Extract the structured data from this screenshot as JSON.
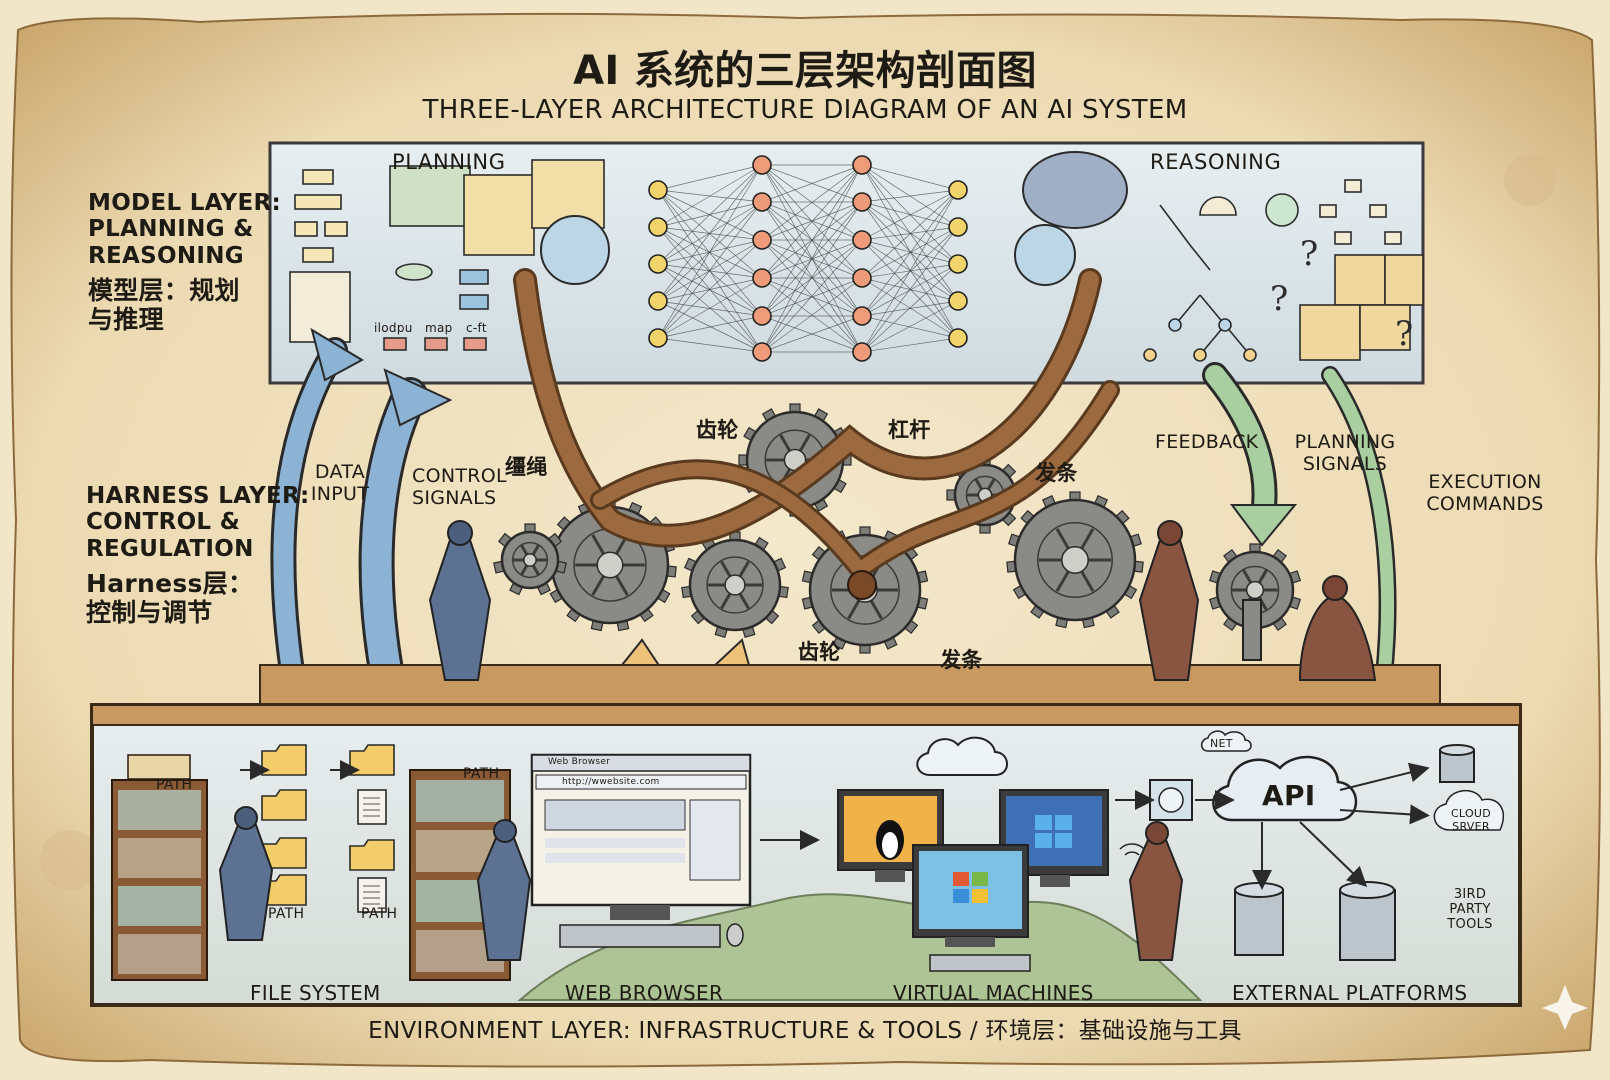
{
  "title": {
    "cn": "AI 系统的三层架构剖面图",
    "en": "THREE-LAYER ARCHITECTURE DIAGRAM OF AN AI SYSTEM"
  },
  "model_layer": {
    "label_en": "MODEL LAYER:\nPLANNING &\nREASONING",
    "label_cn": "模型层：规划\n与推理",
    "planning_heading": "PLANNING",
    "reasoning_heading": "REASONING",
    "mini_labels": [
      "ilodpu",
      "map",
      "c-ft"
    ]
  },
  "harness_layer": {
    "label_en": "HARNESS LAYER:\nCONTROL &\nREGULATION",
    "label_cn": "Harness层：\n控制与调节",
    "parts": [
      "齿轮",
      "杠杆",
      "缰绳",
      "发条",
      "齿轮",
      "发条"
    ]
  },
  "signals": {
    "data_input": "DATA\nINPUT",
    "control_signals": "CONTROL\nSIGNALS",
    "feedback": "FEEDBACK",
    "planning_signals": "PLANNING\nSIGNALS",
    "execution_commands": "EXECUTION\nCOMMANDS"
  },
  "environment_layer": {
    "file_system": "FILE SYSTEM",
    "web_browser": "WEB BROWSER",
    "virtual_machines": "VIRTUAL MACHINES",
    "external_platforms": "EXTERNAL PLATFORMS",
    "path_labels": [
      "PATH",
      "PATH",
      "PATH",
      "PATH"
    ],
    "browser_title": "Web Browser",
    "browser_url": "http://wwebsite.com",
    "net": "NET",
    "api": "API",
    "cloud_server": "CLOUD\nSRVER",
    "third_party": "3IRD\nPARTY\nTOOLS"
  },
  "footer": "ENVIRONMENT LAYER: INFRASTRUCTURE & TOOLS / 环境层：基础设施与工具",
  "colors": {
    "paper": "#f0e2c0",
    "paper_edge": "#c9a66b",
    "panel": "#dfe7ea",
    "ink": "#1e1a14",
    "arrow_blue": "#8db3d4",
    "arrow_green": "#a9cfa0",
    "arrow_orange": "#efc27a",
    "strap": "#9c6a3e",
    "gear": "#8a8a86",
    "robe_blue": "#5d7192",
    "robe_brown": "#8a5540",
    "wood": "#c89a62"
  },
  "icons": [
    "brain-icon",
    "gear-icon",
    "folder-icon",
    "document-icon",
    "bookshelf-icon",
    "monitor-icon",
    "linux-penguin-icon",
    "windows-logo-icon",
    "cloud-icon",
    "database-icon",
    "globe-icon",
    "puzzle-icon",
    "question-mark-icon",
    "keyboard-icon",
    "mouse-icon",
    "wifi-icon"
  ]
}
